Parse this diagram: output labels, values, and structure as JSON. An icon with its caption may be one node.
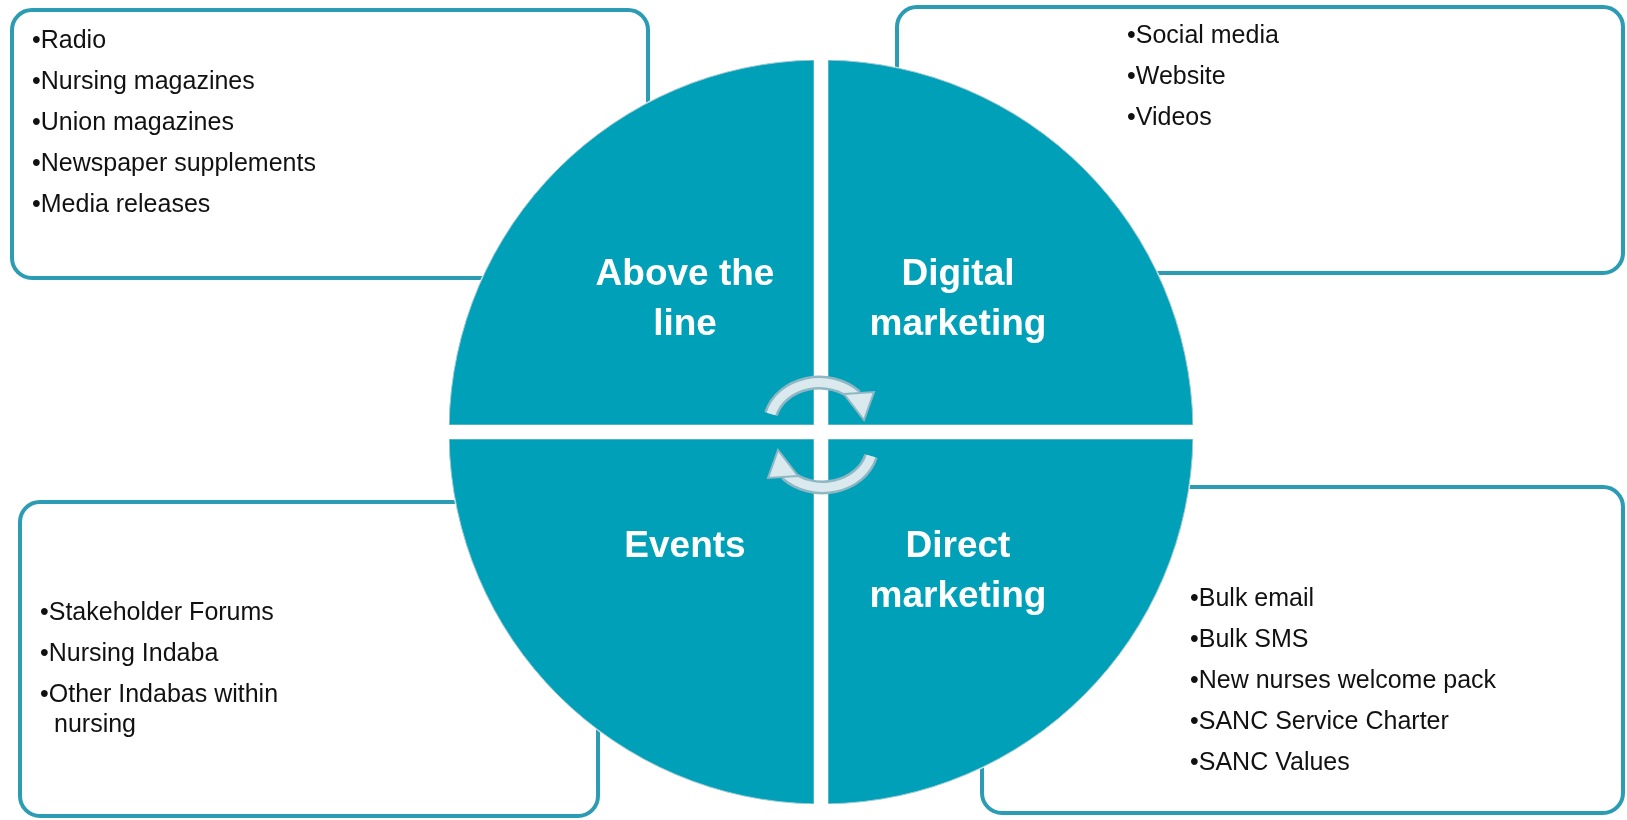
{
  "diagram": {
    "nodes": [
      {
        "text": [
          "•Radio",
          "•Nursing magazines",
          "•Union magazines",
          "•Newspaper supplements",
          "•Media releases"
        ]
      },
      {
        "text": [
          "•Social media",
          "•Website",
          "•Videos"
        ]
      },
      {
        "text": [
          "Above the line"
        ]
      },
      {
        "text": [
          "Digital marketing"
        ]
      },
      {
        "text": [
          "Events"
        ]
      },
      {
        "text": [
          "Direct marketing"
        ]
      },
      {
        "text": [
          "•Stakeholder Forums",
          "•Nursing Indaba",
          "•Other Indabas within nursing"
        ]
      },
      {
        "text": [
          "•Bulk email",
          "•Bulk SMS",
          "•New nurses welcome pack",
          "•SANC Service Charter",
          "•SANC Values"
        ]
      }
    ],
    "edges": [
      {
        "from": 2,
        "to": 3,
        "arrow": "to"
      },
      {
        "from": 5,
        "to": 4,
        "arrow": "to"
      }
    ]
  }
}
